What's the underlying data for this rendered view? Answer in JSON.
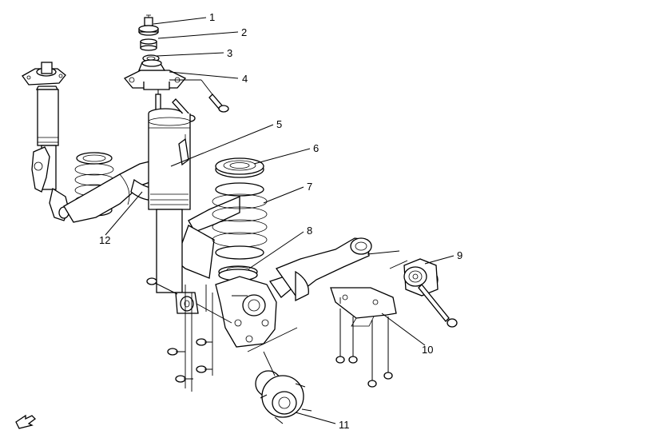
{
  "callouts": [
    {
      "id": "1",
      "label": "1"
    },
    {
      "id": "2",
      "label": "2"
    },
    {
      "id": "3",
      "label": "3"
    },
    {
      "id": "4",
      "label": "4"
    },
    {
      "id": "5",
      "label": "5"
    },
    {
      "id": "6",
      "label": "6"
    },
    {
      "id": "7",
      "label": "7"
    },
    {
      "id": "8",
      "label": "8"
    },
    {
      "id": "9",
      "label": "9"
    },
    {
      "id": "10",
      "label": "10"
    },
    {
      "id": "11",
      "label": "11"
    },
    {
      "id": "12",
      "label": "12"
    }
  ],
  "icons": {
    "view_arrow": "front-view-arrow-icon"
  }
}
